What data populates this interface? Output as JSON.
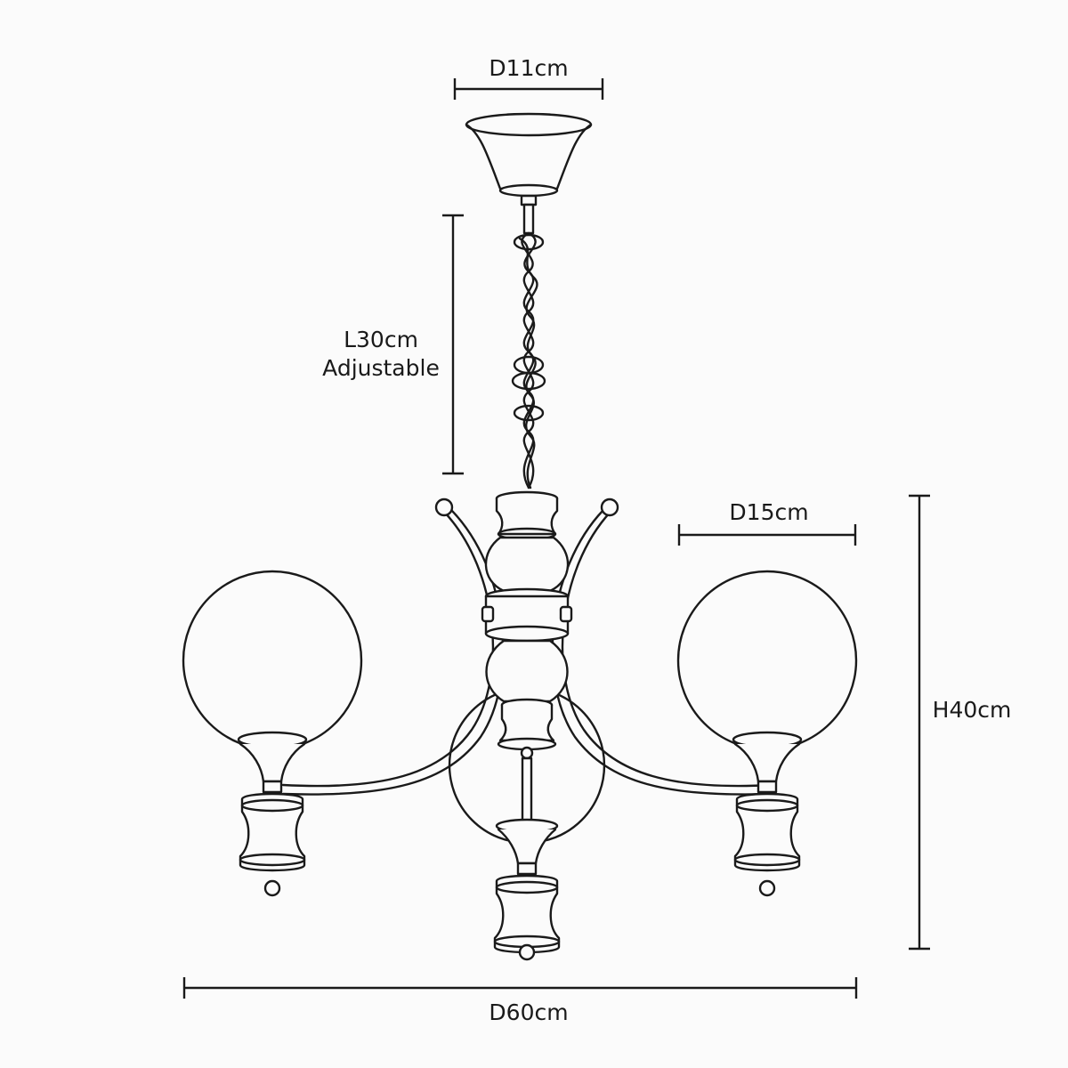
{
  "dimensions": {
    "canopy_diameter": "D11cm",
    "chain_length": "L30cm",
    "chain_note": "Adjustable",
    "shade_diameter": "D15cm",
    "height": "H40cm",
    "overall_diameter": "D60cm"
  },
  "colors": {
    "line": "#1a1a1a",
    "background": "#fbfbfb"
  }
}
